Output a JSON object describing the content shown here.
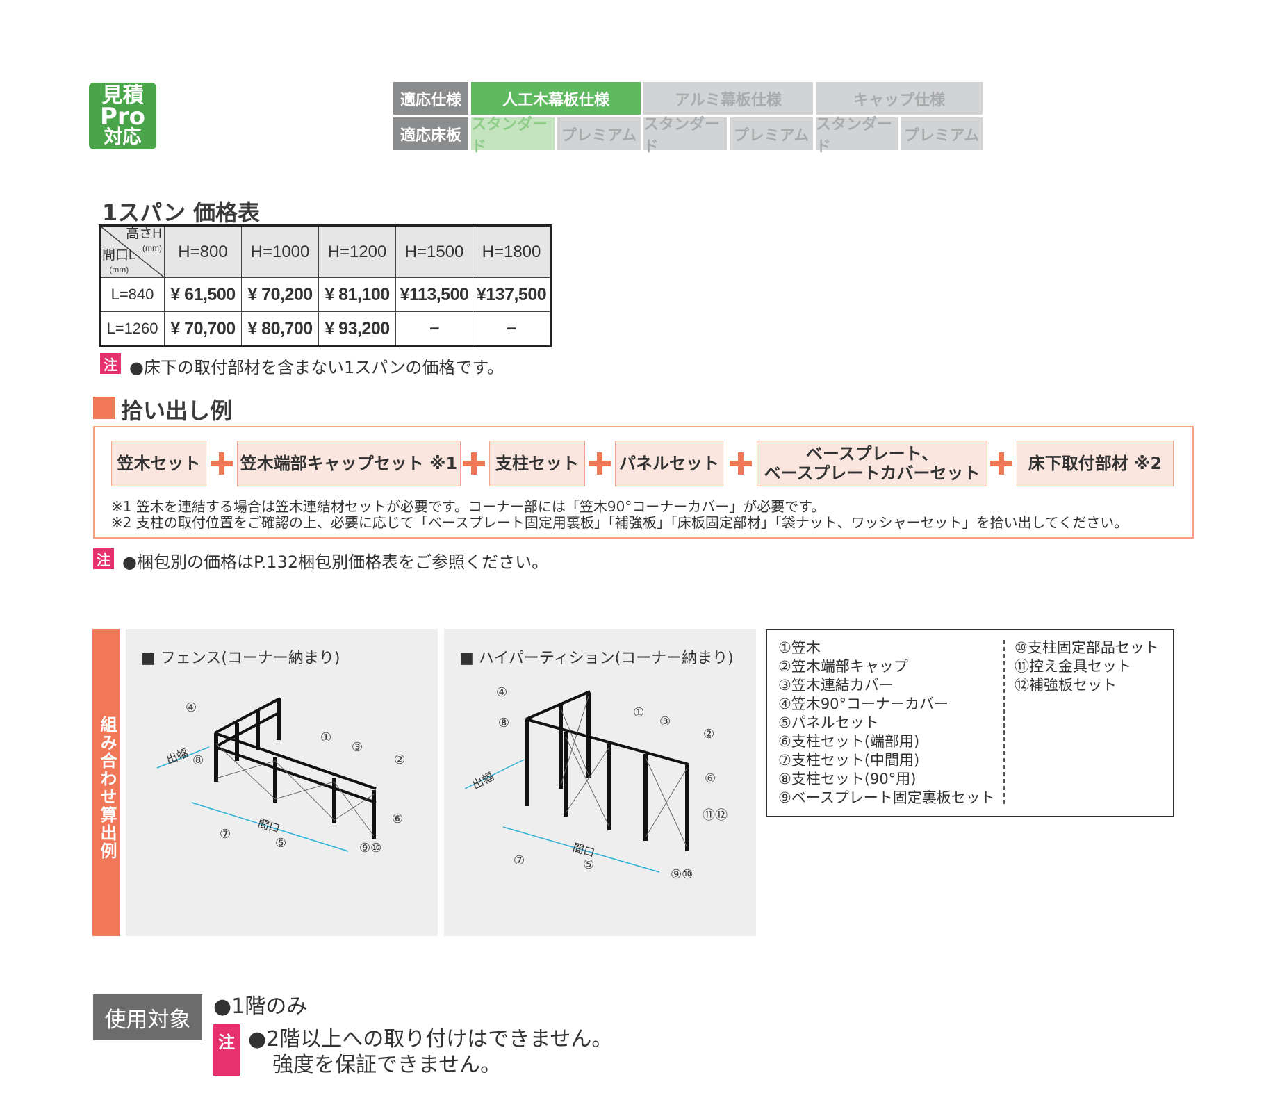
{
  "badge": {
    "line1": "見積",
    "line2": "Pro",
    "line3": "対応"
  },
  "spec": {
    "row1": {
      "header": "適応仕様",
      "items": [
        "人工木幕板仕様",
        "アルミ幕板仕様",
        "キャップ仕様"
      ]
    },
    "row2": {
      "header": "適応床板",
      "items": [
        "スタンダード",
        "プレミアム",
        "スタンダード",
        "プレミアム",
        "スタンダード",
        "プレミアム"
      ]
    }
  },
  "price": {
    "title": "1スパン 価格表",
    "corner_height": "高さH",
    "corner_height_unit": "(mm)",
    "corner_width": "間口L",
    "corner_width_unit": "(mm)",
    "columns": [
      "H=800",
      "H=1000",
      "H=1200",
      "H=1500",
      "H=1800"
    ],
    "rows": [
      {
        "label": "L=840",
        "cells": [
          "¥  61,500",
          "¥  70,200",
          "¥  81,100",
          "¥113,500",
          "¥137,500"
        ]
      },
      {
        "label": "L=1260",
        "cells": [
          "¥  70,700",
          "¥  80,700",
          "¥  93,200",
          "−",
          "−"
        ]
      }
    ],
    "note_badge": "注",
    "note": "●床下の取付部材を含まない1スパンの価格です。"
  },
  "pickup": {
    "title": "拾い出し例",
    "items": [
      "笠木セット",
      "笠木端部キャップセット ※1",
      "支柱セット",
      "パネルセット",
      "ベースプレート、\nベースプレートカバーセット",
      "床下取付部材 ※2"
    ],
    "footnote1": "※1 笠木を連結する場合は笠木連結材セットが必要です。コーナー部には「笠木90°コーナーカバー」が必要です。",
    "footnote2": "※2 支柱の取付位置をご確認の上、必要に応じて「ベースプレート固定用裏板」「補強板」「床板固定部材」「袋ナット、ワッシャーセット」を拾い出してください。",
    "note_badge": "注",
    "note": "●梱包別の価格はP.132梱包別価格表をご参照ください。"
  },
  "combo": {
    "label": "組み合わせ算出例",
    "left_title": "■ フェンス(コーナー納まり)",
    "right_title": "■ ハイパーティション(コーナー納まり)",
    "dim_depth": "出幅",
    "dim_width": "間口",
    "markers": {
      "m1": "①",
      "m2": "②",
      "m3": "③",
      "m4": "④",
      "m5": "⑤",
      "m6": "⑥",
      "m7": "⑦",
      "m8": "⑧",
      "m910": "⑨⑩",
      "m1112": "⑪⑫"
    },
    "legend_left": [
      "①笠木",
      "②笠木端部キャップ",
      "③笠木連結カバー",
      "④笠木90°コーナーカバー",
      "⑤パネルセット",
      "⑥支柱セット(端部用)",
      "⑦支柱セット(中間用)",
      "⑧支柱セット(90°用)",
      "⑨ベースプレート固定裏板セット"
    ],
    "legend_right": [
      "⑩支柱固定部品セット",
      "⑪控え金具セット",
      "⑫補強板セット"
    ]
  },
  "usage": {
    "label": "使用対象",
    "line1": "●1階のみ",
    "note_badge": "注",
    "line2": "●2階以上への取り付けはできません。",
    "line3": "強度を保証できません。"
  }
}
